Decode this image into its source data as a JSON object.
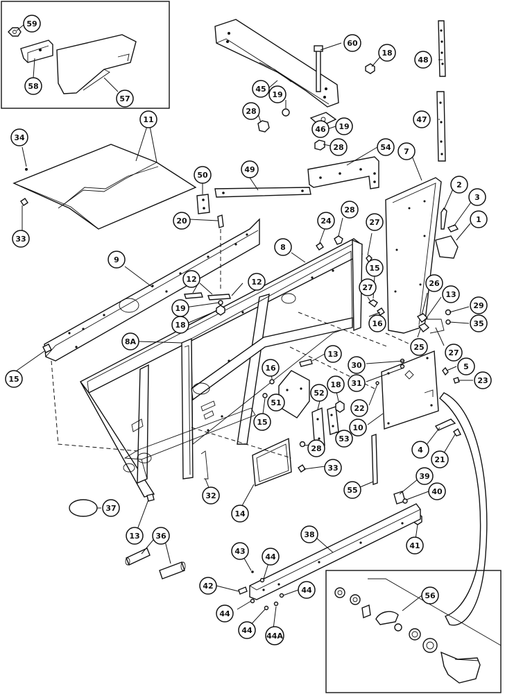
{
  "callouts": [
    {
      "id": "c59",
      "label": "59"
    },
    {
      "id": "c58",
      "label": "58"
    },
    {
      "id": "c57",
      "label": "57"
    },
    {
      "id": "c60",
      "label": "60"
    },
    {
      "id": "c18a",
      "label": "18"
    },
    {
      "id": "c45",
      "label": "45"
    },
    {
      "id": "c19a",
      "label": "19"
    },
    {
      "id": "c28a",
      "label": "28"
    },
    {
      "id": "c46",
      "label": "46"
    },
    {
      "id": "c19b",
      "label": "19"
    },
    {
      "id": "c28b",
      "label": "28"
    },
    {
      "id": "c48",
      "label": "48"
    },
    {
      "id": "c47",
      "label": "47"
    },
    {
      "id": "c11",
      "label": "11"
    },
    {
      "id": "c34",
      "label": "34"
    },
    {
      "id": "c33a",
      "label": "33"
    },
    {
      "id": "c54",
      "label": "54"
    },
    {
      "id": "c7",
      "label": "7"
    },
    {
      "id": "c50",
      "label": "50"
    },
    {
      "id": "c49",
      "label": "49"
    },
    {
      "id": "c2",
      "label": "2"
    },
    {
      "id": "c3",
      "label": "3"
    },
    {
      "id": "c1",
      "label": "1"
    },
    {
      "id": "c20",
      "label": "20"
    },
    {
      "id": "c24",
      "label": "24"
    },
    {
      "id": "c28c",
      "label": "28"
    },
    {
      "id": "c27a",
      "label": "27"
    },
    {
      "id": "c9",
      "label": "9"
    },
    {
      "id": "c8",
      "label": "8"
    },
    {
      "id": "c15a",
      "label": "15"
    },
    {
      "id": "c12a",
      "label": "12"
    },
    {
      "id": "c12b",
      "label": "12"
    },
    {
      "id": "c27b",
      "label": "27"
    },
    {
      "id": "c26",
      "label": "26"
    },
    {
      "id": "c13a",
      "label": "13"
    },
    {
      "id": "c19c",
      "label": "19"
    },
    {
      "id": "c29",
      "label": "29"
    },
    {
      "id": "c18b",
      "label": "18"
    },
    {
      "id": "c16a",
      "label": "16"
    },
    {
      "id": "c35",
      "label": "35"
    },
    {
      "id": "c25",
      "label": "25"
    },
    {
      "id": "c8A",
      "label": "8A"
    },
    {
      "id": "c27c",
      "label": "27"
    },
    {
      "id": "c15b",
      "label": "15"
    },
    {
      "id": "c13b",
      "label": "13"
    },
    {
      "id": "c30",
      "label": "30"
    },
    {
      "id": "c5",
      "label": "5"
    },
    {
      "id": "c16b",
      "label": "16"
    },
    {
      "id": "c31",
      "label": "31"
    },
    {
      "id": "c23",
      "label": "23"
    },
    {
      "id": "c52",
      "label": "52"
    },
    {
      "id": "c18c",
      "label": "18"
    },
    {
      "id": "c22",
      "label": "22"
    },
    {
      "id": "c51",
      "label": "51"
    },
    {
      "id": "c15c",
      "label": "15"
    },
    {
      "id": "c10",
      "label": "10"
    },
    {
      "id": "c53",
      "label": "53"
    },
    {
      "id": "c28d",
      "label": "28"
    },
    {
      "id": "c4",
      "label": "4"
    },
    {
      "id": "c21",
      "label": "21"
    },
    {
      "id": "c33b",
      "label": "33"
    },
    {
      "id": "c32",
      "label": "32"
    },
    {
      "id": "c14",
      "label": "14"
    },
    {
      "id": "c55",
      "label": "55"
    },
    {
      "id": "c39",
      "label": "39"
    },
    {
      "id": "c40",
      "label": "40"
    },
    {
      "id": "c37",
      "label": "37"
    },
    {
      "id": "c13c",
      "label": "13"
    },
    {
      "id": "c38",
      "label": "38"
    },
    {
      "id": "c41",
      "label": "41"
    },
    {
      "id": "c36",
      "label": "36"
    },
    {
      "id": "c43",
      "label": "43"
    },
    {
      "id": "c44a",
      "label": "44"
    },
    {
      "id": "c42",
      "label": "42"
    },
    {
      "id": "c44b",
      "label": "44"
    },
    {
      "id": "c44c",
      "label": "44"
    },
    {
      "id": "c44d",
      "label": "44"
    },
    {
      "id": "c44A",
      "label": "44A"
    },
    {
      "id": "c56",
      "label": "56"
    }
  ]
}
